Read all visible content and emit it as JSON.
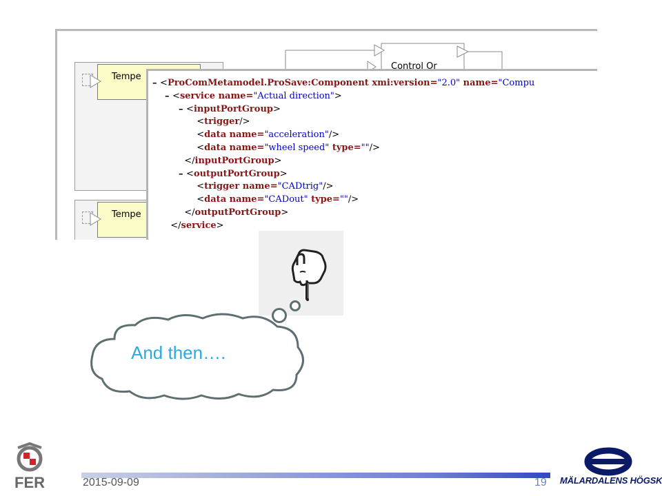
{
  "diagram": {
    "component_labels": [
      "Tempe",
      "Tempe"
    ],
    "control_label": "Control Or"
  },
  "xml": {
    "collapse_marker": "–",
    "lines": [
      {
        "prefix": "<",
        "tag": "ProComMetamodel.ProSave:Component",
        "attrs": [
          {
            "name": " xmi:version=",
            "value": "\"2.0\""
          },
          {
            "name": " name=",
            "value": "\"Compu"
          }
        ],
        "suffix": ""
      },
      {
        "prefix": "<",
        "tag": "service",
        "attrs": [
          {
            "name": " name=",
            "value": "\"Actual direction\""
          }
        ],
        "suffix": ">"
      },
      {
        "prefix": "<",
        "tag": "inputPortGroup",
        "attrs": [],
        "suffix": ">"
      },
      {
        "prefix": "<",
        "tag": "trigger",
        "attrs": [],
        "suffix": "/>"
      },
      {
        "prefix": "<",
        "tag": "data",
        "attrs": [
          {
            "name": " name=",
            "value": "\"acceleration\""
          }
        ],
        "suffix": "/>"
      },
      {
        "prefix": "<",
        "tag": "data",
        "attrs": [
          {
            "name": " name=",
            "value": "\"wheel speed\""
          },
          {
            "name": " type=",
            "value": "\"\""
          }
        ],
        "suffix": "/>"
      },
      {
        "prefix": "</",
        "tag": "inputPortGroup",
        "attrs": [],
        "suffix": ">"
      },
      {
        "prefix": "<",
        "tag": "outputPortGroup",
        "attrs": [],
        "suffix": ">"
      },
      {
        "prefix": "<",
        "tag": "trigger",
        "attrs": [
          {
            "name": " name=",
            "value": "\"CADtrig\""
          }
        ],
        "suffix": "/>"
      },
      {
        "prefix": "<",
        "tag": "data",
        "attrs": [
          {
            "name": " name=",
            "value": "\"CADout\""
          },
          {
            "name": " type=",
            "value": "\"\""
          }
        ],
        "suffix": "/>"
      },
      {
        "prefix": "</",
        "tag": "outputPortGroup",
        "attrs": [],
        "suffix": ">"
      },
      {
        "prefix": "</",
        "tag": "service",
        "attrs": [],
        "suffix": ">"
      }
    ]
  },
  "thought": {
    "text": "And then…."
  },
  "hand_icon": "pointing-hand-icon",
  "footer": {
    "date": "2015-09-09",
    "page": "19",
    "right_logo_text": "MÄLARDALENS HÖGSKOLA",
    "left_logo_text": "FER"
  },
  "colors": {
    "cloud_text": "#2aa9e6",
    "xml_tag": "#8b1515",
    "xml_value": "#0000cc",
    "footer_bar_end": "#2f49c7",
    "logo_blue": "#0b1a66"
  }
}
